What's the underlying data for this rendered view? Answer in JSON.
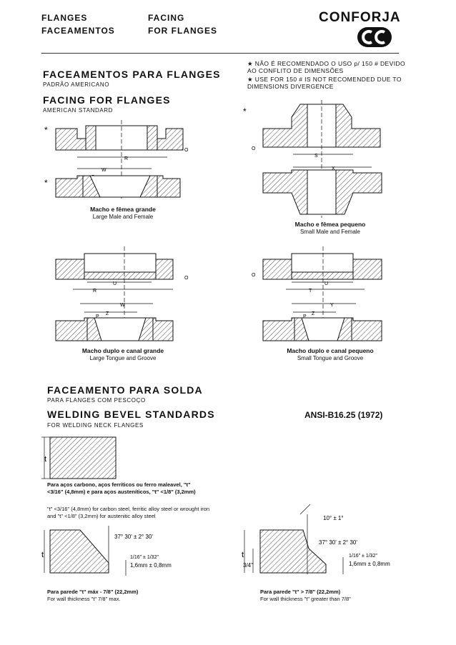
{
  "header": {
    "col1_line1": "FLANGES",
    "col1_line2": "FACEAMENTOS",
    "col2_line1": "FACING",
    "col2_line2": "FOR FLANGES",
    "brand": "CONFORJA"
  },
  "notes": {
    "pt": "NÃO É RECOMENDADO O USO p/ 150 # DEVIDO AO CONFLITO DE DIMENSÕES",
    "en": "USE FOR 150 # IS NOT RECOMENDED DUE TO DIMENSIONS DIVERGENCE",
    "star": "★"
  },
  "facing": {
    "title_pt": "FACEAMENTOS PARA FLANGES",
    "sub_pt": "PADRÃO AMERICANO",
    "title_en": "FACING FOR FLANGES",
    "sub_en": "AMERICAN STANDARD"
  },
  "captions": {
    "large_mf_pt": "Macho e fêmea grande",
    "large_mf_en": "Large Male and Female",
    "small_mf_pt": "Macho e fêmea pequeno",
    "small_mf_en": "Small Male and Female",
    "large_tg_pt": "Macho duplo e canal grande",
    "large_tg_en": "Large Tongue and Groove",
    "small_tg_pt": "Macho duplo e canal pequeno",
    "small_tg_en": "Small Tongue and Groove"
  },
  "dims": {
    "R": "R",
    "W": "W",
    "P": "P",
    "O": "O",
    "S": "S",
    "X": "X",
    "U": "U",
    "Z": "Z",
    "T": "T",
    "Y": "Y"
  },
  "weld": {
    "title_pt": "FACEAMENTO PARA SOLDA",
    "sub_pt": "PARA FLANGES COM PESCOÇO",
    "title_en": "WELDING BEVEL STANDARDS",
    "sub_en": "FOR WELDING NECK FLANGES",
    "standard": "ANSI-B16.25 (1972)",
    "t": "t",
    "text_pt": "Para aços carbono, aços ferríticos ou ferro maleavel, \"t\" <3/16\" (4,8mm) e para aços austeníticos, \"t\" <1/8\" (3,2mm)",
    "text_en": "\"t\" <3/16\" (4,8mm) for carbon steel, ferritic alloy steel or wrought iron and \"t\" <1/8\" (3,2mm) for austenitic alloy steel",
    "angle1": "37° 30' ± 2° 30'",
    "tol_in": "1/16\" ± 1/32\"",
    "tol_mm": "1,6mm ± 0,8mm",
    "angle2": "10° ± 1°",
    "three_q": "3/4\"",
    "cap_left_pt": "Para parede \"t\" máx - 7/8\" (22,2mm)",
    "cap_left_en": "For wall thickness \"t\" 7/8\" max.",
    "cap_right_pt": "Para parede \"t\" > 7/8\" (22,2mm)",
    "cap_right_en": "For wall thickness \"t\" greater than 7/8\""
  }
}
